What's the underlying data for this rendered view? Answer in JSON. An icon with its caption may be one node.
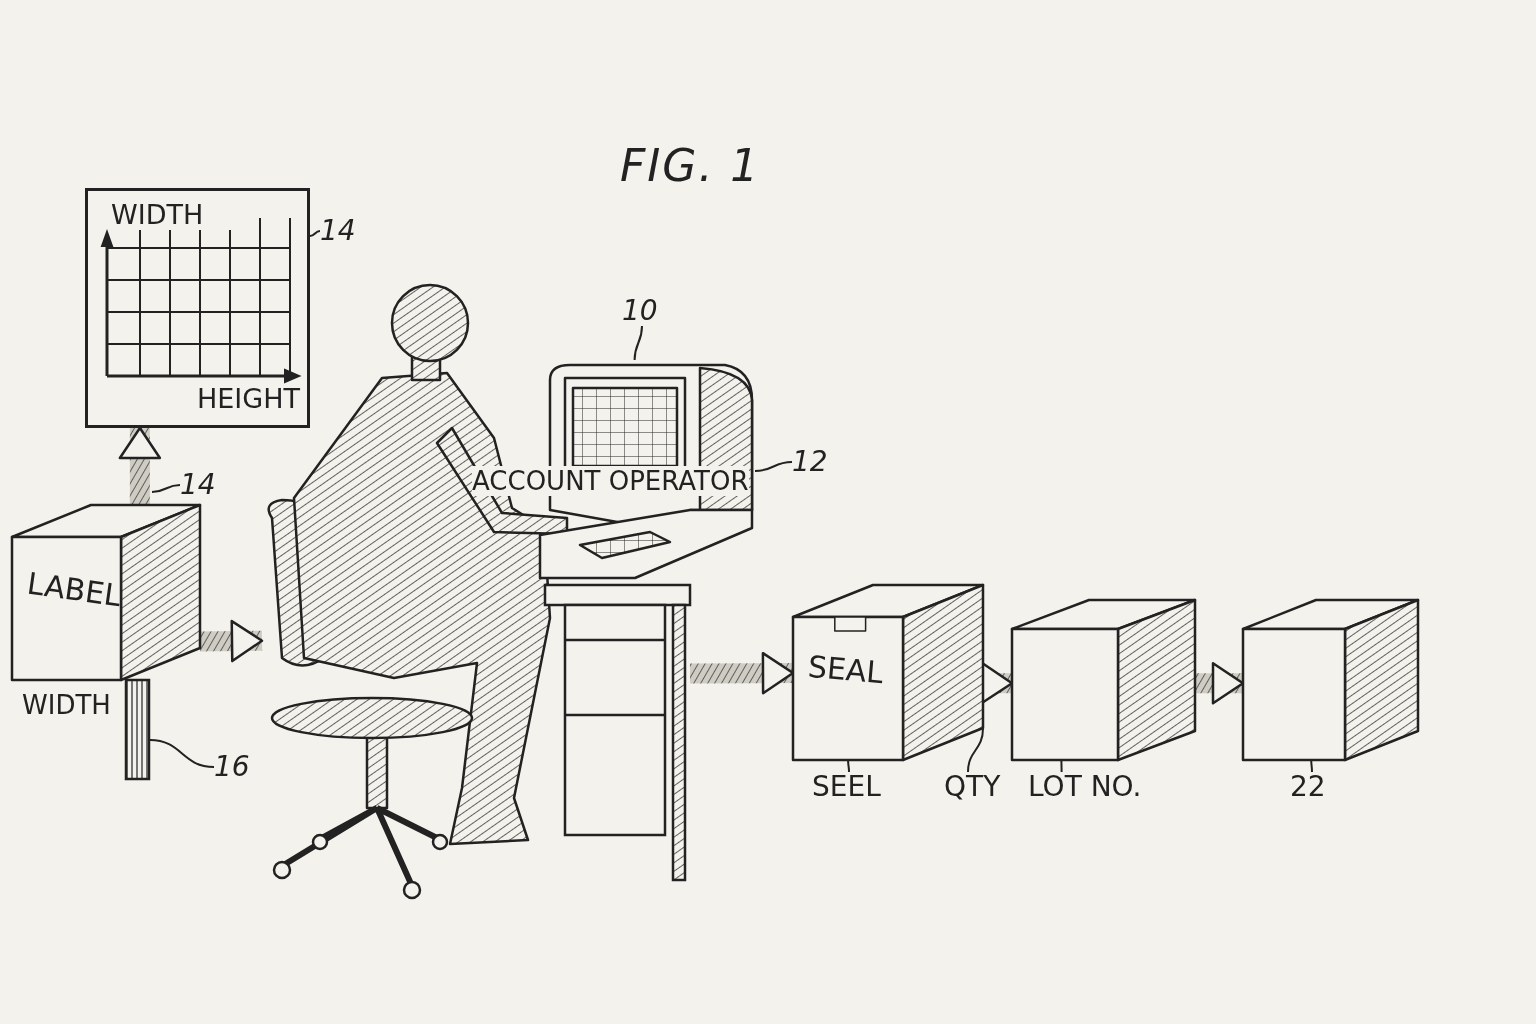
{
  "diagram": {
    "title": "FIG. 1",
    "nodes": [
      {
        "text": [
          "WIDTH",
          "HEIGHT"
        ]
      },
      {
        "text": [
          "14"
        ]
      },
      {
        "text": [
          "LABEL"
        ]
      },
      {
        "text": [
          "14"
        ]
      },
      {
        "text": [],
        "shape": "bar"
      },
      {
        "text": [
          "16"
        ]
      },
      {
        "text": [],
        "shape": "person"
      },
      {
        "text": [
          "10"
        ]
      },
      {
        "text": [],
        "shape": "computer"
      },
      {
        "text": [
          "12"
        ]
      },
      {
        "text": [],
        "shape": "desk"
      },
      {
        "text": [
          "SEAL"
        ]
      },
      {
        "text": [],
        "shape": "box"
      },
      {
        "text": [],
        "shape": "box"
      },
      {
        "text": [
          "SEEL"
        ]
      },
      {
        "text": [
          "QTY"
        ]
      },
      {
        "text": [
          "LOT NO."
        ]
      },
      {
        "text": [
          "22"
        ]
      }
    ],
    "edges": [
      {
        "from": 1,
        "to": 0,
        "arrow": "none"
      },
      {
        "from": 2,
        "to": 0,
        "arrow": "to",
        "style": "thick"
      },
      {
        "from": 3,
        "to": null,
        "arrow": "none"
      },
      {
        "from": 2,
        "to": 6,
        "arrow": "to",
        "style": "thick"
      },
      {
        "from": 5,
        "to": 4,
        "arrow": "none"
      },
      {
        "from": 7,
        "to": 8,
        "arrow": "none"
      },
      {
        "from": 9,
        "to": 8,
        "arrow": "none"
      },
      {
        "from": 10,
        "to": 11,
        "arrow": "to",
        "style": "thick"
      },
      {
        "from": 11,
        "to": 12,
        "arrow": "to",
        "style": "thick"
      },
      {
        "from": 12,
        "to": 13,
        "arrow": "to",
        "style": "thick"
      },
      {
        "from": 14,
        "to": 11,
        "arrow": "none"
      },
      {
        "from": 15,
        "to": 11,
        "arrow": "none"
      },
      {
        "from": 16,
        "to": 12,
        "arrow": "none"
      },
      {
        "from": 17,
        "to": 13,
        "arrow": "none"
      }
    ],
    "labels": [
      "WIDTH",
      "ACCOUNT OPERATOR"
    ]
  }
}
